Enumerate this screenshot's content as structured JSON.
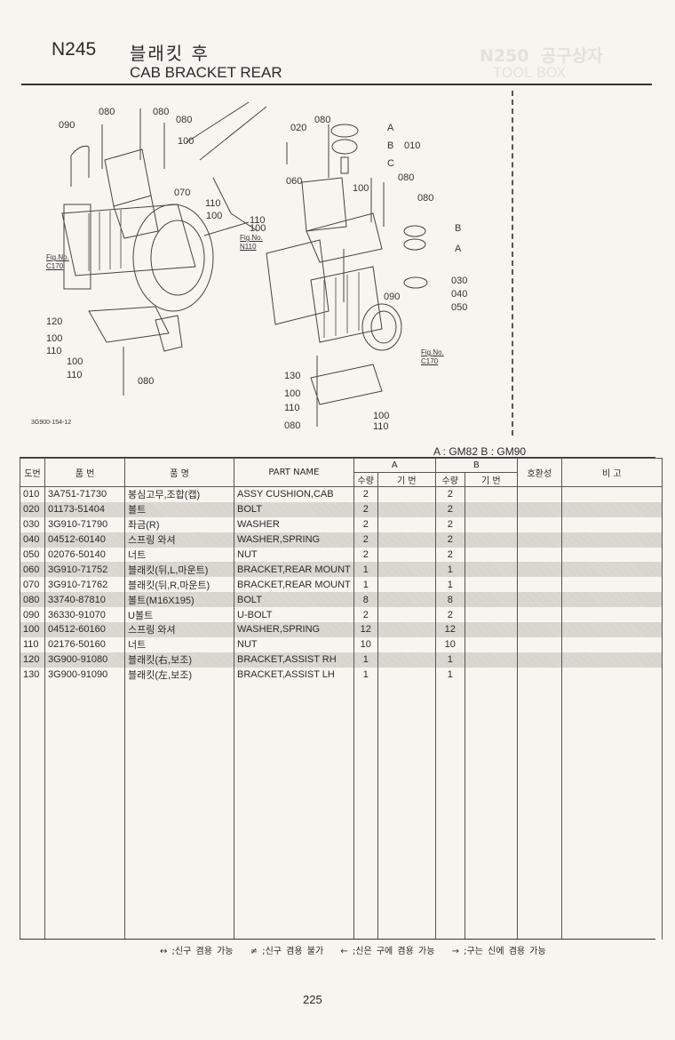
{
  "header": {
    "code": "N245",
    "title_ko": "블래킷 후",
    "title_en": "CAB BRACKET REAR",
    "bleed_code": "N250",
    "bleed_title_ko": "공구상자",
    "bleed_title_en": "TOOL BOX"
  },
  "diagram": {
    "callouts": [
      "080",
      "080",
      "080",
      "090",
      "100",
      "070",
      "110",
      "100",
      "110",
      "100",
      "120",
      "100",
      "110",
      "100",
      "110",
      "080",
      "020",
      "080",
      "A",
      "B",
      "010",
      "C",
      "080",
      "060",
      "100",
      "080",
      "B",
      "A",
      "030",
      "040",
      "050",
      "090",
      "130",
      "100",
      "110",
      "080",
      "100",
      "110"
    ],
    "fig_refs": [
      "Fig.No.\nC170",
      "Fig.No.\nN110",
      "Fig.No.\nC170"
    ],
    "drawing_number": "3G900-154-12"
  },
  "model_legend": "A : GM82   B : GM90",
  "table": {
    "headers": {
      "ref": "도번",
      "part_no": "품   번",
      "name_ko": "품      명",
      "part_name": "PART NAME",
      "group_a": "A",
      "group_b": "B",
      "qty": "수량",
      "serial": "기 번",
      "compat": "호환성",
      "remarks": "비   고"
    },
    "rows": [
      {
        "ref": "010",
        "part_no": "3A751-71730",
        "name_ko": "봉심고무,조합(캡)",
        "part_name": "ASSY CUSHION,CAB",
        "qty_a": "2",
        "qty_b": "2"
      },
      {
        "ref": "020",
        "part_no": "01173-51404",
        "name_ko": "볼트",
        "part_name": "BOLT",
        "qty_a": "2",
        "qty_b": "2"
      },
      {
        "ref": "030",
        "part_no": "3G910-71790",
        "name_ko": "좌금(R)",
        "part_name": "WASHER",
        "qty_a": "2",
        "qty_b": "2"
      },
      {
        "ref": "040",
        "part_no": "04512-60140",
        "name_ko": "스프링 와셔",
        "part_name": "WASHER,SPRING",
        "qty_a": "2",
        "qty_b": "2"
      },
      {
        "ref": "050",
        "part_no": "02076-50140",
        "name_ko": "너트",
        "part_name": "NUT",
        "qty_a": "2",
        "qty_b": "2"
      },
      {
        "ref": "060",
        "part_no": "3G910-71752",
        "name_ko": "블래킷(뒤,L,마운트)",
        "part_name": "BRACKET,REAR MOUNT",
        "qty_a": "1",
        "qty_b": "1"
      },
      {
        "ref": "070",
        "part_no": "3G910-71762",
        "name_ko": "블래킷(뒤,R,마운트)",
        "part_name": "BRACKET,REAR MOUNT",
        "qty_a": "1",
        "qty_b": "1"
      },
      {
        "ref": "080",
        "part_no": "33740-87810",
        "name_ko": "볼트(M16X195)",
        "part_name": "BOLT",
        "qty_a": "8",
        "qty_b": "8"
      },
      {
        "ref": "090",
        "part_no": "36330-91070",
        "name_ko": "U볼트",
        "part_name": "U-BOLT",
        "qty_a": "2",
        "qty_b": "2"
      },
      {
        "ref": "100",
        "part_no": "04512-60160",
        "name_ko": "스프링 와셔",
        "part_name": "WASHER,SPRING",
        "qty_a": "12",
        "qty_b": "12"
      },
      {
        "ref": "110",
        "part_no": "02176-50160",
        "name_ko": "너트",
        "part_name": "NUT",
        "qty_a": "10",
        "qty_b": "10"
      },
      {
        "ref": "120",
        "part_no": "3G900-91080",
        "name_ko": "블래킷(右,보조)",
        "part_name": "BRACKET,ASSIST RH",
        "qty_a": "1",
        "qty_b": "1"
      },
      {
        "ref": "130",
        "part_no": "3G900-91090",
        "name_ko": "블래킷(左,보조)",
        "part_name": "BRACKET,ASSIST LH",
        "qty_a": "1",
        "qty_b": "1"
      }
    ]
  },
  "footnote": [
    "↔ ;신구 겸용 가능",
    "≠ ;신구 겸용 불가",
    "← ;신은 구에 겸용 가능",
    "→ ;구는 신에 겸용 가능"
  ],
  "page_number": "225"
}
